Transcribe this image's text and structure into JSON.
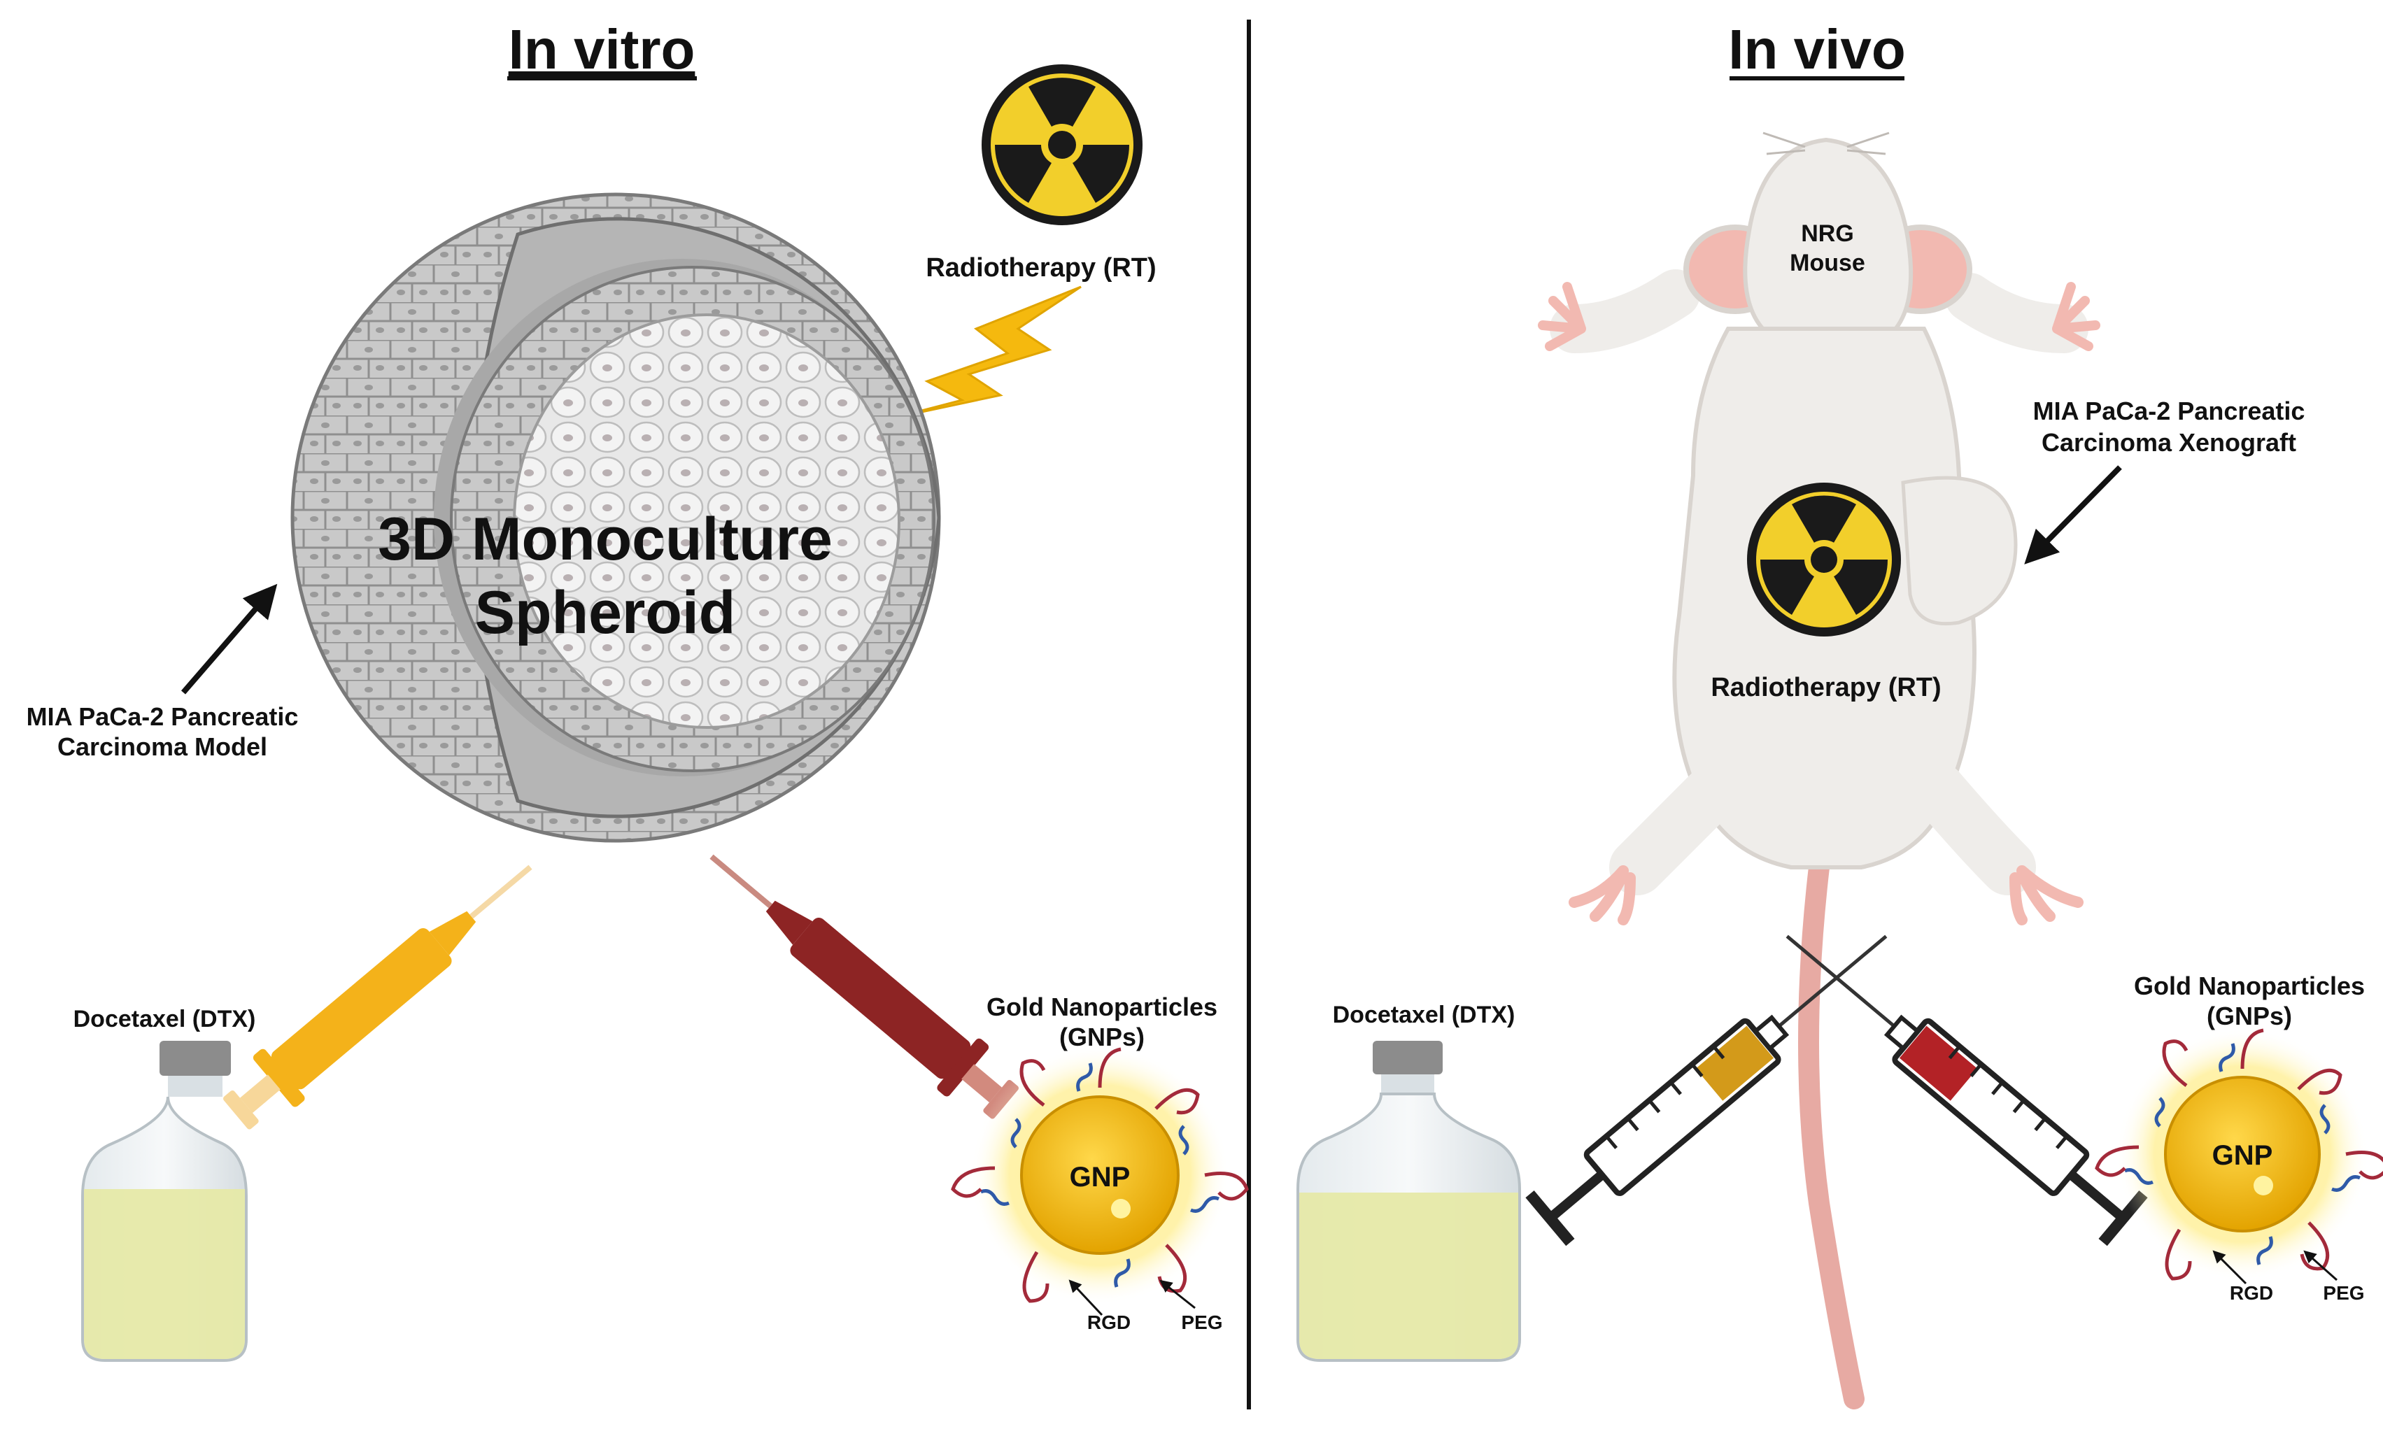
{
  "panels": {
    "in_vitro": {
      "title": "In vitro",
      "radiotherapy_label": "Radiotherapy (RT)",
      "spheroid_label_line1": "3D Monoculture",
      "spheroid_label_line2": "Spheroid",
      "model_label_line1": "MIA PaCa-2 Pancreatic",
      "model_label_line2": "Carcinoma Model",
      "docetaxel_label": "Docetaxel (DTX)",
      "gnp_label_line1": "Gold Nanoparticles",
      "gnp_label_line2": "(GNPs)",
      "gnp_core_label": "GNP",
      "rgd_label": "RGD",
      "peg_label": "PEG"
    },
    "in_vivo": {
      "title": "In vivo",
      "mouse_label_line1": "NRG",
      "mouse_label_line2": "Mouse",
      "xenograft_label_line1": "MIA PaCa-2 Pancreatic",
      "xenograft_label_line2": "Carcinoma Xenograft",
      "radiotherapy_label": "Radiotherapy (RT)",
      "docetaxel_label": "Docetaxel (DTX)",
      "gnp_label_line1": "Gold Nanoparticles",
      "gnp_label_line2": "(GNPs)",
      "gnp_core_label": "GNP",
      "rgd_label": "RGD",
      "peg_label": "PEG"
    }
  },
  "colors": {
    "radiation_yellow": "#f2cf2b",
    "lightning": "#f5b90e",
    "dtx_syringe": "#f4b21a",
    "gnp_syringe": "#8d2424",
    "gold_core": "#f2b705",
    "rgd_ligand": "#2f5aa8",
    "peg_ligand": "#a32a3a",
    "mouse_fur": "#efedea",
    "mouse_skin": "#f2b9b1",
    "vial_liquid": "#e6e9a8",
    "cell_gray": "#cfcfcf"
  }
}
